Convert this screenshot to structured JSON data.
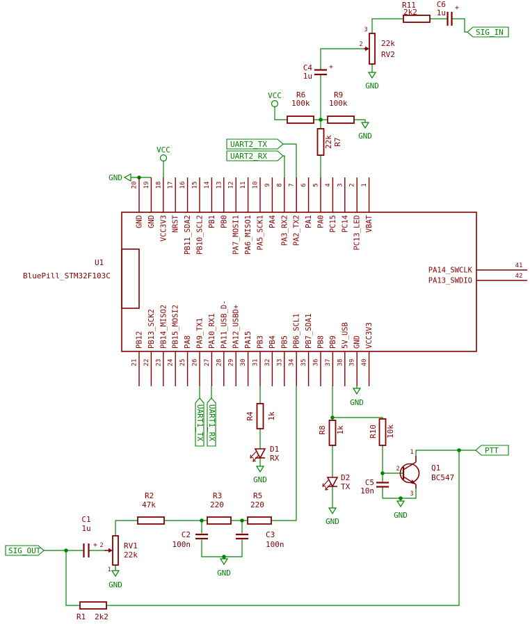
{
  "schematic": {
    "colors": {
      "component": "#840000",
      "wire": "#008400"
    },
    "u1": {
      "ref": "U1",
      "value": "BluePill_STM32F103C",
      "pins_top": [
        {
          "num": "20",
          "name": "GND"
        },
        {
          "num": "19",
          "name": "GND"
        },
        {
          "num": "18",
          "name": "VCC3V3"
        },
        {
          "num": "17",
          "name": "NRST"
        },
        {
          "num": "16",
          "name": "PB11_SDA2"
        },
        {
          "num": "15",
          "name": "PB10_SCL2"
        },
        {
          "num": "14",
          "name": "PB1"
        },
        {
          "num": "13",
          "name": "PB0"
        },
        {
          "num": "12",
          "name": "PA7_MOSI1"
        },
        {
          "num": "11",
          "name": "PA6_MISO1"
        },
        {
          "num": "10",
          "name": "PA5_SCK1"
        },
        {
          "num": "9",
          "name": "PA4"
        },
        {
          "num": "8",
          "name": "PA3_RX2"
        },
        {
          "num": "7",
          "name": "PA2_TX2"
        },
        {
          "num": "6",
          "name": "PA1"
        },
        {
          "num": "5",
          "name": "PA0"
        },
        {
          "num": "4",
          "name": "PC15"
        },
        {
          "num": "3",
          "name": "PC14"
        },
        {
          "num": "2",
          "name": "PC13_LED"
        },
        {
          "num": "1",
          "name": "VBAT"
        }
      ],
      "pins_bottom": [
        {
          "num": "21",
          "name": "PB12"
        },
        {
          "num": "22",
          "name": "PB13_SCK2"
        },
        {
          "num": "23",
          "name": "PB14_MISO2"
        },
        {
          "num": "24",
          "name": "PB15_MOSI2"
        },
        {
          "num": "25",
          "name": "PA8"
        },
        {
          "num": "26",
          "name": "PA9_TX1"
        },
        {
          "num": "27",
          "name": "PA10_RX1"
        },
        {
          "num": "28",
          "name": "PA11_USB_D-"
        },
        {
          "num": "29",
          "name": "PA12_USBD+"
        },
        {
          "num": "30",
          "name": "PA15"
        },
        {
          "num": "31",
          "name": "PB3"
        },
        {
          "num": "32",
          "name": "PB4"
        },
        {
          "num": "33",
          "name": "PB5"
        },
        {
          "num": "34",
          "name": "PB6_SCL1"
        },
        {
          "num": "35",
          "name": "PB7_SDA1"
        },
        {
          "num": "36",
          "name": "PB8"
        },
        {
          "num": "37",
          "name": "PB9"
        },
        {
          "num": "38",
          "name": "5V_USB"
        },
        {
          "num": "39",
          "name": "GND"
        },
        {
          "num": "40",
          "name": "VCC3V3"
        }
      ],
      "pins_right": [
        {
          "num": "41",
          "name": "PA14_SWCLK"
        },
        {
          "num": "42",
          "name": "PA13_SWDIO"
        }
      ]
    },
    "components": {
      "R1": {
        "ref": "R1",
        "value": "2k2"
      },
      "R2": {
        "ref": "R2",
        "value": "47k"
      },
      "R3": {
        "ref": "R3",
        "value": "220"
      },
      "R4": {
        "ref": "R4",
        "value": "1k"
      },
      "R5": {
        "ref": "R5",
        "value": "220"
      },
      "R6": {
        "ref": "R6",
        "value": "100k"
      },
      "R7": {
        "ref": "R7",
        "value": "22k"
      },
      "R8": {
        "ref": "R8",
        "value": "1k"
      },
      "R9": {
        "ref": "R9",
        "value": "100k"
      },
      "R10": {
        "ref": "R10",
        "value": "10k"
      },
      "R11": {
        "ref": "R11",
        "value": "2k2"
      },
      "C1": {
        "ref": "C1",
        "value": "1u"
      },
      "C2": {
        "ref": "C2",
        "value": "100n"
      },
      "C3": {
        "ref": "C3",
        "value": "100n"
      },
      "C4": {
        "ref": "C4",
        "value": "1u"
      },
      "C5": {
        "ref": "C5",
        "value": "10n"
      },
      "C6": {
        "ref": "C6",
        "value": "1u"
      },
      "RV1": {
        "ref": "RV1",
        "value": "22k"
      },
      "RV2": {
        "ref": "RV2",
        "value": "22k"
      },
      "D1": {
        "ref": "D1",
        "value": "RX"
      },
      "D2": {
        "ref": "D2",
        "value": "TX"
      },
      "Q1": {
        "ref": "Q1",
        "value": "BC547"
      }
    },
    "net_labels": {
      "sig_in": "SIG_IN",
      "sig_out": "SIG_OUT",
      "ptt": "PTT",
      "uart2_tx": "UART2_TX",
      "uart2_rx": "UART2_RX",
      "uart1_tx": "UART1_TX",
      "uart1_rx": "UART1_RX"
    },
    "power": {
      "vcc": "VCC",
      "gnd": "GND"
    },
    "pin_numbers": {
      "plus": "+",
      "rv2_top": "3",
      "rv2_wiper": "2",
      "rv1_wiper": "2",
      "rv1_bottom": "1",
      "q1_collector": "1",
      "q1_base": "2",
      "q1_emitter": "3"
    }
  }
}
